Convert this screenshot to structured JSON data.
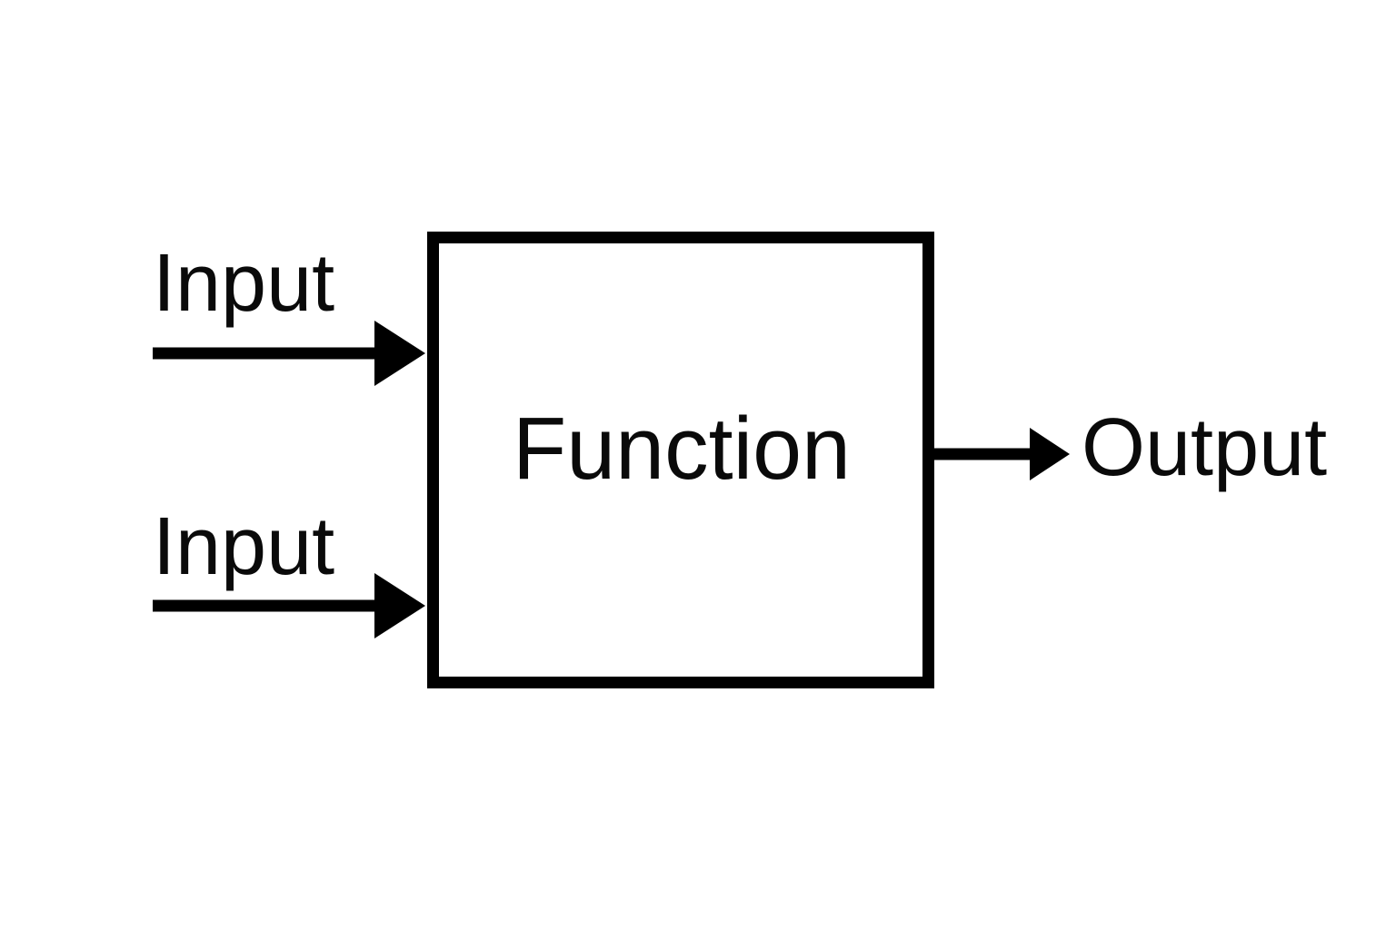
{
  "diagram": {
    "function_box": {
      "label": "Function"
    },
    "inputs": [
      {
        "label": "Input"
      },
      {
        "label": "Input"
      }
    ],
    "output": {
      "label": "Output"
    },
    "colors": {
      "stroke": "#000000",
      "background": "#ffffff",
      "text": "#0a0a0a"
    }
  }
}
